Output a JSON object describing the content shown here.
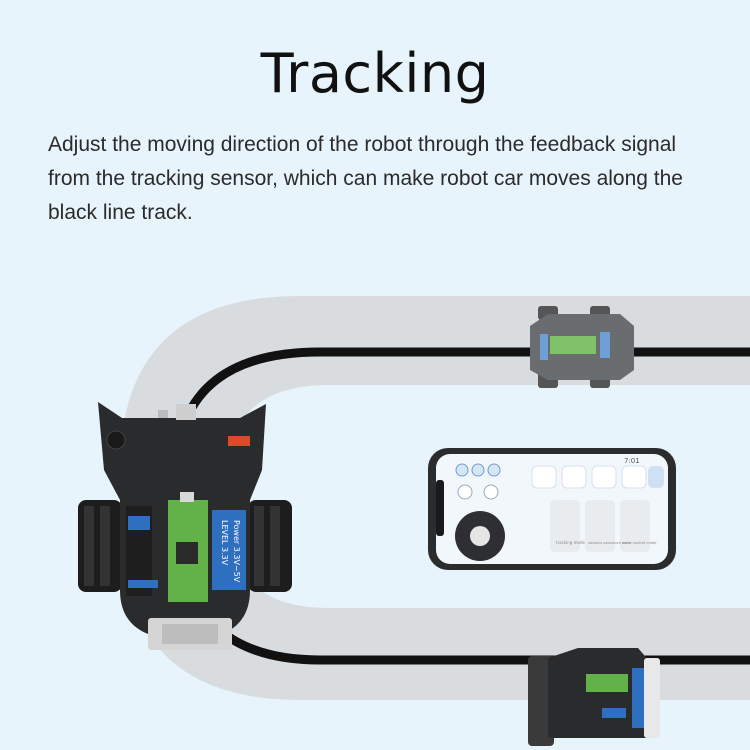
{
  "header": {
    "title": "Tracking",
    "description": "Adjust the moving direction of the robot through the feedback signal from the tracking sensor, which can make robot car moves along the black line track."
  },
  "phone_app": {
    "time": "7:01",
    "mode_cards": [
      {
        "label": "tracking mode"
      },
      {
        "label": "obstacle avoidance mode"
      },
      {
        "label": "voice control mode"
      }
    ]
  },
  "board_labels": {
    "level": "LEVEL 3.3V",
    "power": "Power 3.3V~5V"
  },
  "colors": {
    "background": "#e7f4fb",
    "track_band": "#d9dcdf",
    "track_line": "#111111",
    "pcb": "#2a2b2d",
    "pico_green": "#62b24a",
    "module_blue": "#2f6fc0"
  }
}
